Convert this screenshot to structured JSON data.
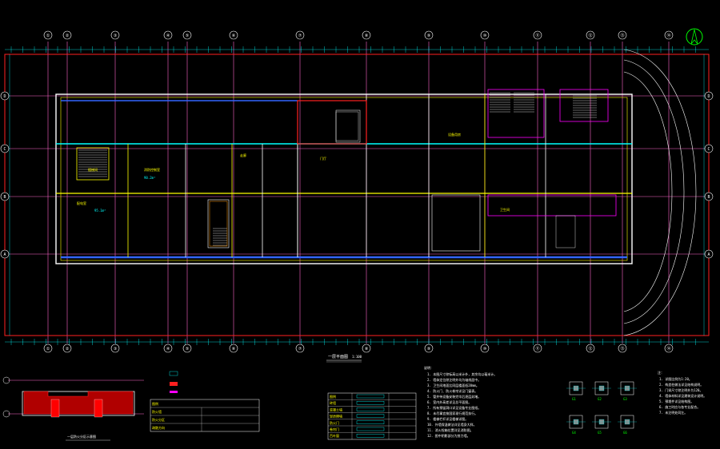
{
  "colors": {
    "background": "#000000",
    "outline_red": "#ff2020",
    "axis_grid": "#ff66cc",
    "wall_yellow": "#ffff00",
    "wall_white": "#ffffff",
    "dim_cyan": "#00ffff",
    "annotation_green": "#00ff00",
    "pipe_blue": "#3366ff",
    "hatch_magenta": "#ff00ff"
  },
  "plan": {
    "axis_bubbles_top": [
      "①",
      "②",
      "③",
      "④",
      "⑤",
      "⑥",
      "⑦",
      "⑧",
      "⑨",
      "⑩",
      "⑪",
      "⑫",
      "⑬",
      "⑭"
    ],
    "axis_bubbles_left": [
      "D",
      "C",
      "B",
      "A"
    ],
    "rooms": [
      {
        "label": "配电室"
      },
      {
        "label": "消防控制室"
      },
      {
        "label": "门厅"
      },
      {
        "label": "走廊"
      },
      {
        "label": "设备用房"
      },
      {
        "label": "卫生间"
      },
      {
        "label": "楼梯间"
      }
    ],
    "area_labels": [
      "90.2m²",
      "95.1m²"
    ],
    "title": "一层平面图",
    "scale": "1:100",
    "north_arrow_icon": "north-arrow-icon"
  },
  "inset": {
    "title": "一层防火分区示意图"
  },
  "legend_left": {
    "rows": [
      "图例",
      "防火墙",
      "防火分区",
      "疏散方向"
    ]
  },
  "legend_center": {
    "rows": [
      "图例",
      "砖墙",
      "混凝土墙",
      "轻质隔墙",
      "防火门",
      "卷帘门",
      "百叶窗"
    ]
  },
  "notes_center": {
    "title": "说明：",
    "lines": [
      "1. 本图尺寸除标高以米计外，其余均以毫米计。",
      "2. 墙体定位除注明外均为轴线居中。",
      "3. 卫生间地面比同层楼面低20mm。",
      "4. 防火门、防火卷帘详见门窗表。",
      "5. 管井待设备安装完毕后逐层封堵。",
      "6. 室内外高差详见总平面图。",
      "7. 所有预留洞口详见设备专业图纸。",
      "8. 未尽事宜按国家现行规范执行。",
      "9. 楼梯栏杆详见楼梯详图。",
      "10. 外墙保温做法详见墙身大样。",
      "11. 消火栓箱位置详见消防图。",
      "12. 图中阴影部分为剪力墙。"
    ]
  },
  "details": {
    "labels": [
      "G1",
      "G2",
      "G3",
      "G4",
      "G5",
      "G6"
    ]
  },
  "notes_right": {
    "title": "注：",
    "lines": [
      "1. 详图比例为1:20。",
      "2. 构造柱做法详见结构说明。",
      "3. 门垛尺寸除注明外为120。",
      "4. 墙体材料详见建筑设计说明。",
      "5. 预埋件详见结构图。",
      "6. 施工时应与各专业配合。",
      "7. 未注明处同左。"
    ]
  }
}
